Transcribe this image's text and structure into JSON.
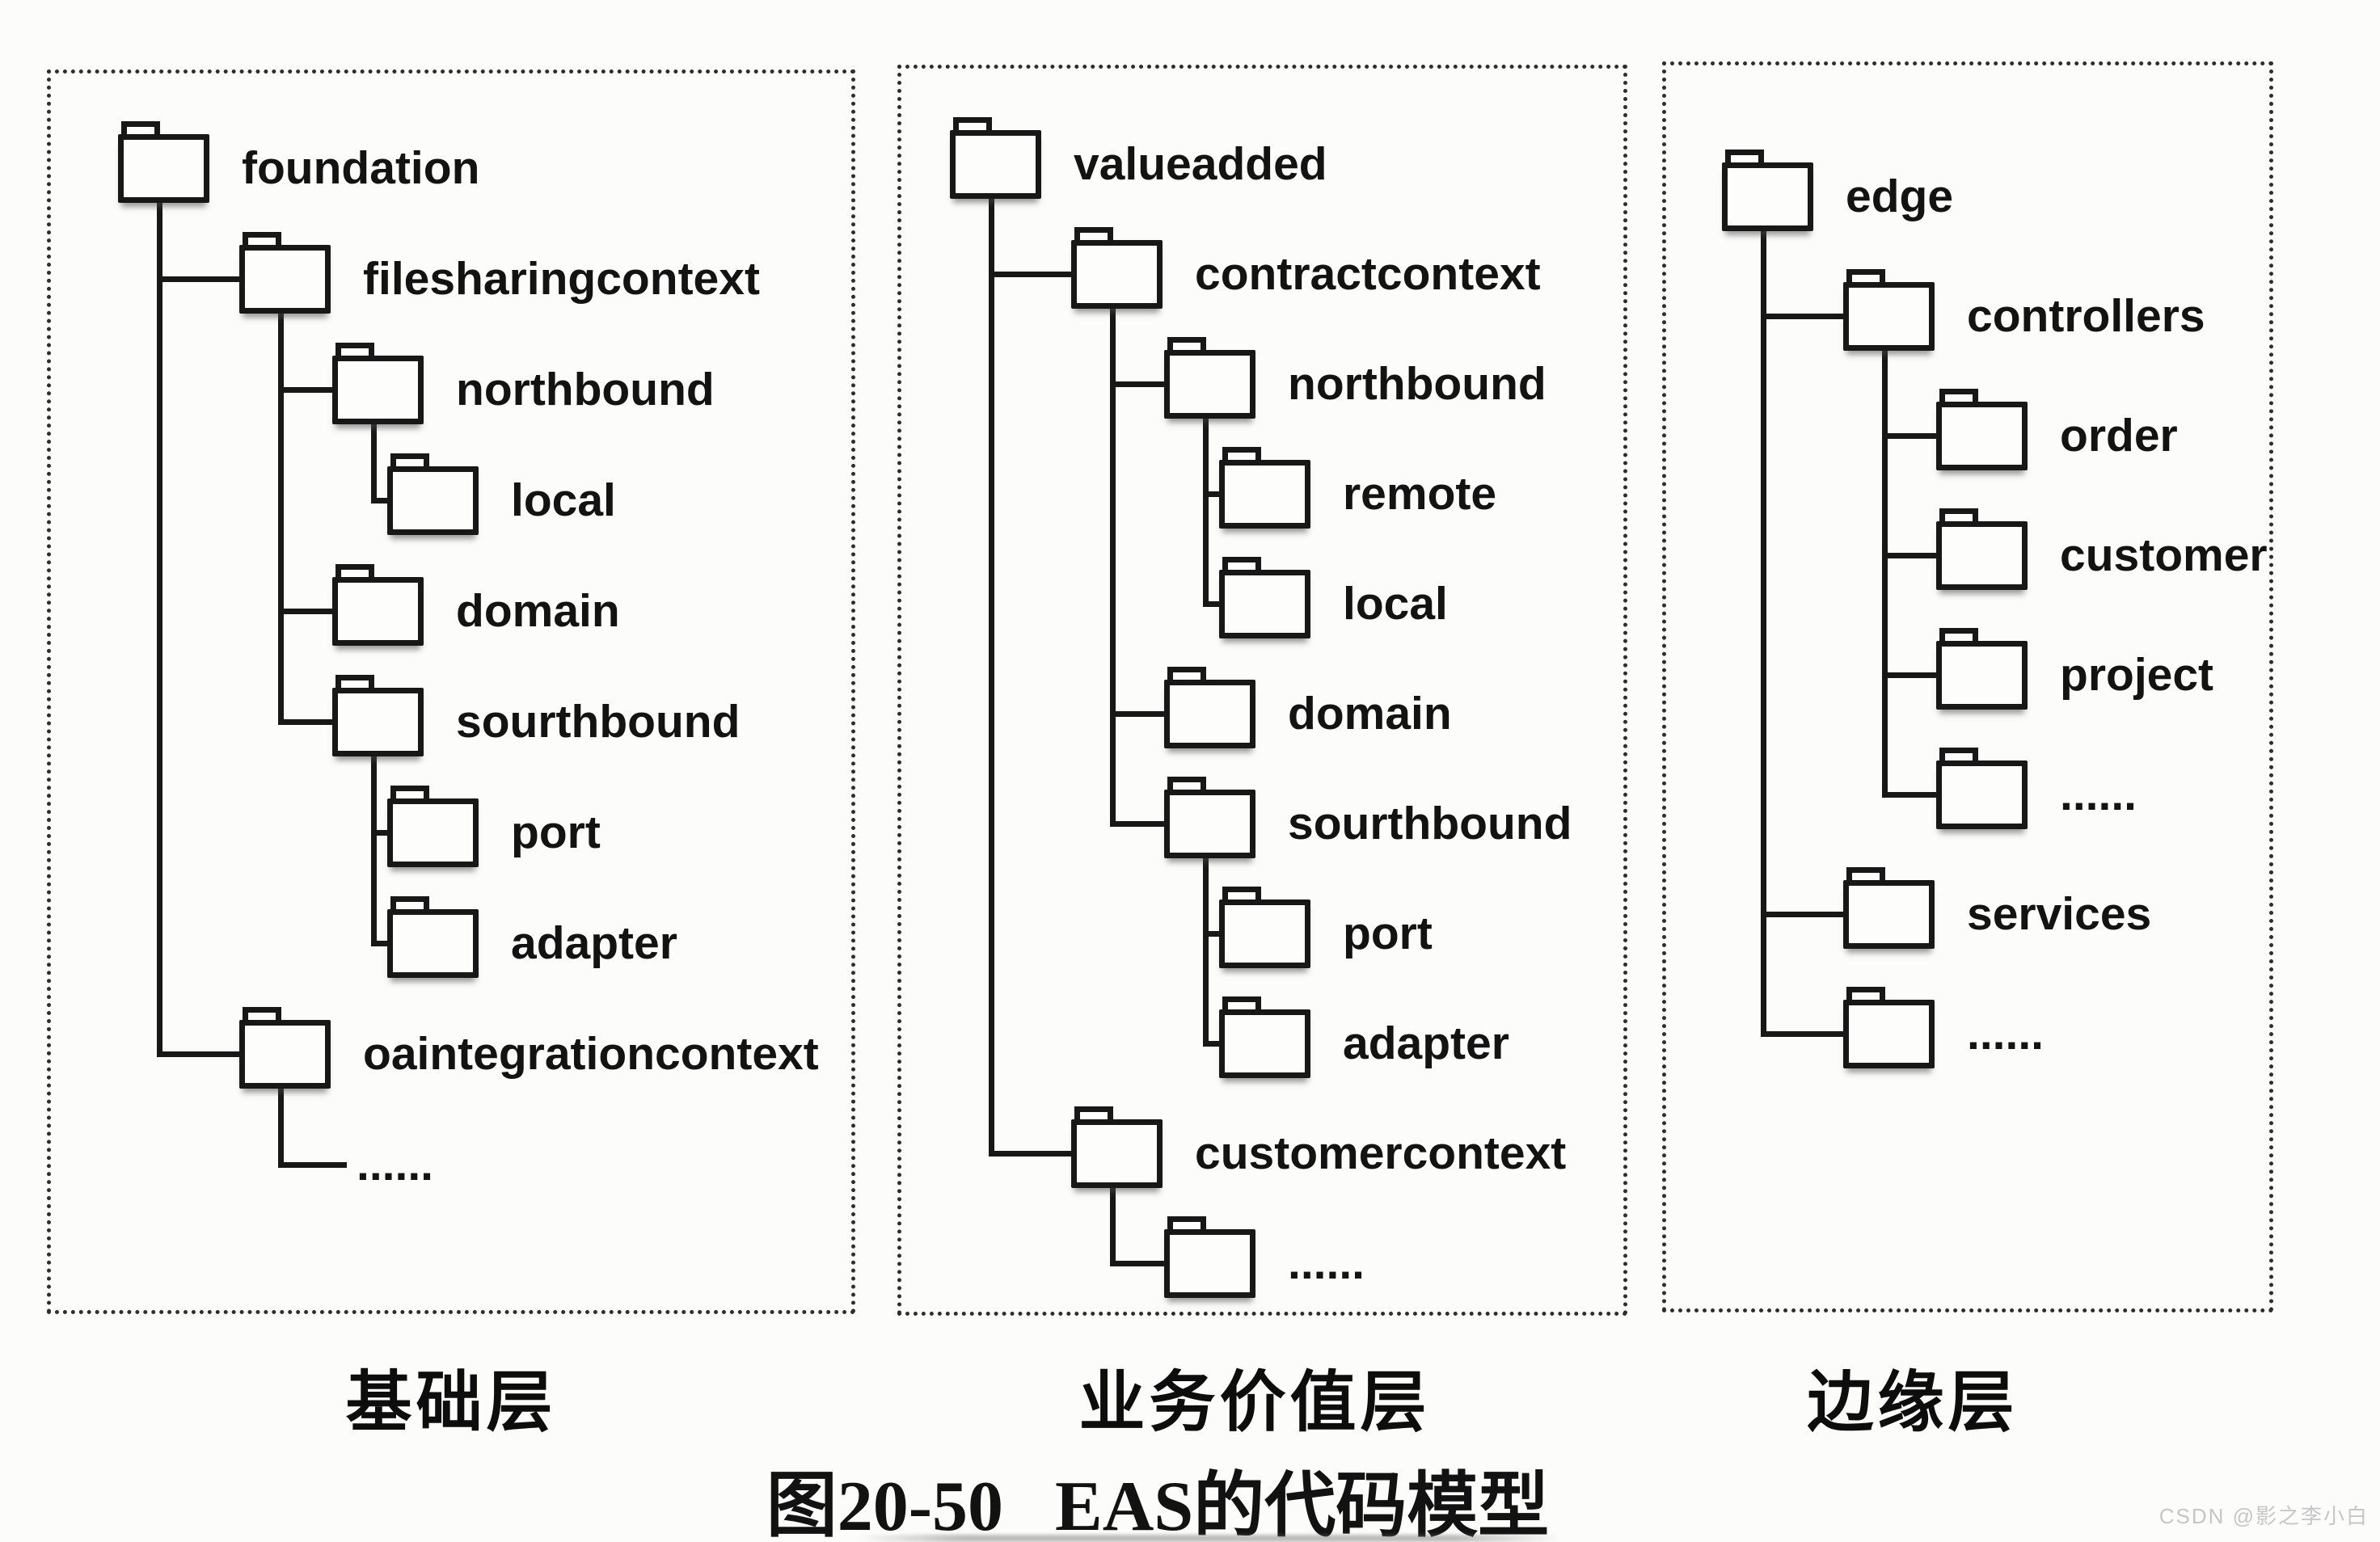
{
  "figure": {
    "number": "图20-50",
    "title": "EAS的代码模型"
  },
  "watermark": "CSDN @影之李小白",
  "colors": {
    "ink": "#181818",
    "paper": "#fcfcfa",
    "watermark_gray": "#c6c6c6"
  },
  "icons": {
    "node_icon": "folder-icon",
    "ellipsis_label": "......"
  },
  "panels": [
    {
      "caption": "基础层",
      "tree": {
        "label": "foundation",
        "children": [
          {
            "label": "filesharingcontext",
            "children": [
              {
                "label": "northbound",
                "children": [
                  {
                    "label": "local"
                  }
                ]
              },
              {
                "label": "domain"
              },
              {
                "label": "sourthbound",
                "children": [
                  {
                    "label": "port"
                  },
                  {
                    "label": "adapter"
                  }
                ]
              }
            ]
          },
          {
            "label": "oaintegrationcontext",
            "children": [
              {
                "label": "......",
                "icon": "none"
              }
            ]
          }
        ]
      }
    },
    {
      "caption": "业务价值层",
      "tree": {
        "label": "valueadded",
        "children": [
          {
            "label": "contractcontext",
            "children": [
              {
                "label": "northbound",
                "children": [
                  {
                    "label": "remote"
                  },
                  {
                    "label": "local"
                  }
                ]
              },
              {
                "label": "domain"
              },
              {
                "label": "sourthbound",
                "children": [
                  {
                    "label": "port"
                  },
                  {
                    "label": "adapter"
                  }
                ]
              }
            ]
          },
          {
            "label": "customercontext",
            "children": [
              {
                "label": "......"
              }
            ]
          }
        ]
      }
    },
    {
      "caption": "边缘层",
      "tree": {
        "label": "edge",
        "children": [
          {
            "label": "controllers",
            "children": [
              {
                "label": "order"
              },
              {
                "label": "customer"
              },
              {
                "label": "project"
              },
              {
                "label": "......"
              }
            ]
          },
          {
            "label": "services"
          },
          {
            "label": "......"
          }
        ]
      }
    }
  ]
}
